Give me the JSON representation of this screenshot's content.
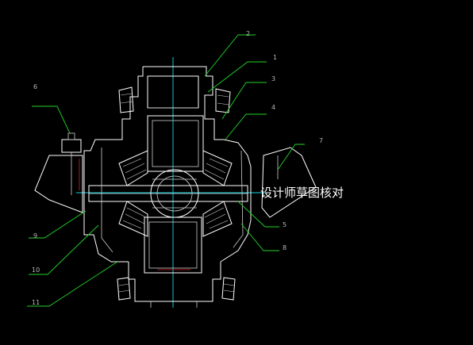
{
  "caption": "设计师草图核对",
  "callouts": [
    {
      "id": "1",
      "label": "1"
    },
    {
      "id": "2",
      "label": "2"
    },
    {
      "id": "3",
      "label": "3"
    },
    {
      "id": "4",
      "label": "4"
    },
    {
      "id": "5",
      "label": "5"
    },
    {
      "id": "6",
      "label": "6"
    },
    {
      "id": "7",
      "label": "7"
    },
    {
      "id": "8",
      "label": "8"
    },
    {
      "id": "9",
      "label": "9"
    },
    {
      "id": "10",
      "label": "10"
    },
    {
      "id": "11",
      "label": "11"
    }
  ],
  "colors": {
    "background": "#000000",
    "outline": "#ffffff",
    "centerline": "#18d6e6",
    "leader": "#22d32a",
    "accent": "#e0202a"
  }
}
